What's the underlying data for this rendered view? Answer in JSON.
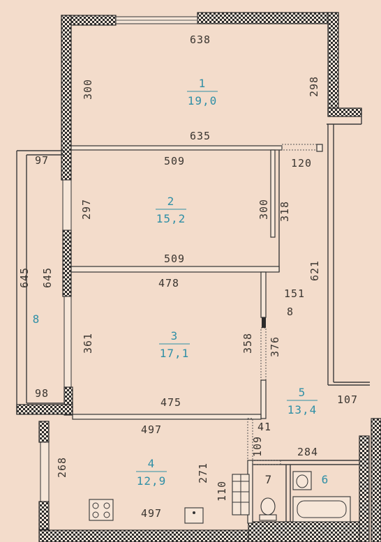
{
  "rooms": [
    {
      "number": "1",
      "area": "19,0"
    },
    {
      "number": "2",
      "area": "15,2"
    },
    {
      "number": "3",
      "area": "17,1"
    },
    {
      "number": "4",
      "area": "12,9"
    },
    {
      "number": "5",
      "area": "13,4"
    },
    {
      "number": "6",
      "area": ""
    },
    {
      "number": "7",
      "area": ""
    },
    {
      "number": "8",
      "area": ""
    }
  ],
  "dimensions": {
    "r1_top": "638",
    "r1_left": "300",
    "r1_right": "298",
    "r1_bottom": "635",
    "r2_top": "509",
    "r2_corridor": "120",
    "r2_left": "297",
    "r2_right": "300",
    "r2_right2": "318",
    "r2_bottom": "509",
    "bal_top": "97",
    "bal_left1": "645",
    "bal_left2": "645",
    "bal_bottom": "98",
    "r3_top": "478",
    "r3_hall": "151",
    "r3_right_gap": "8",
    "r5_height": "621",
    "r3_left": "361",
    "r3_right": "358",
    "r3_right2": "376",
    "r3_bottom": "475",
    "r5_right": "107",
    "r4_top": "497",
    "r4_gap": "41",
    "r4_door": "109",
    "r6_top": "284",
    "r4_left": "268",
    "r4_right": "271",
    "r4_niche": "110",
    "r4_bottom": "497"
  }
}
